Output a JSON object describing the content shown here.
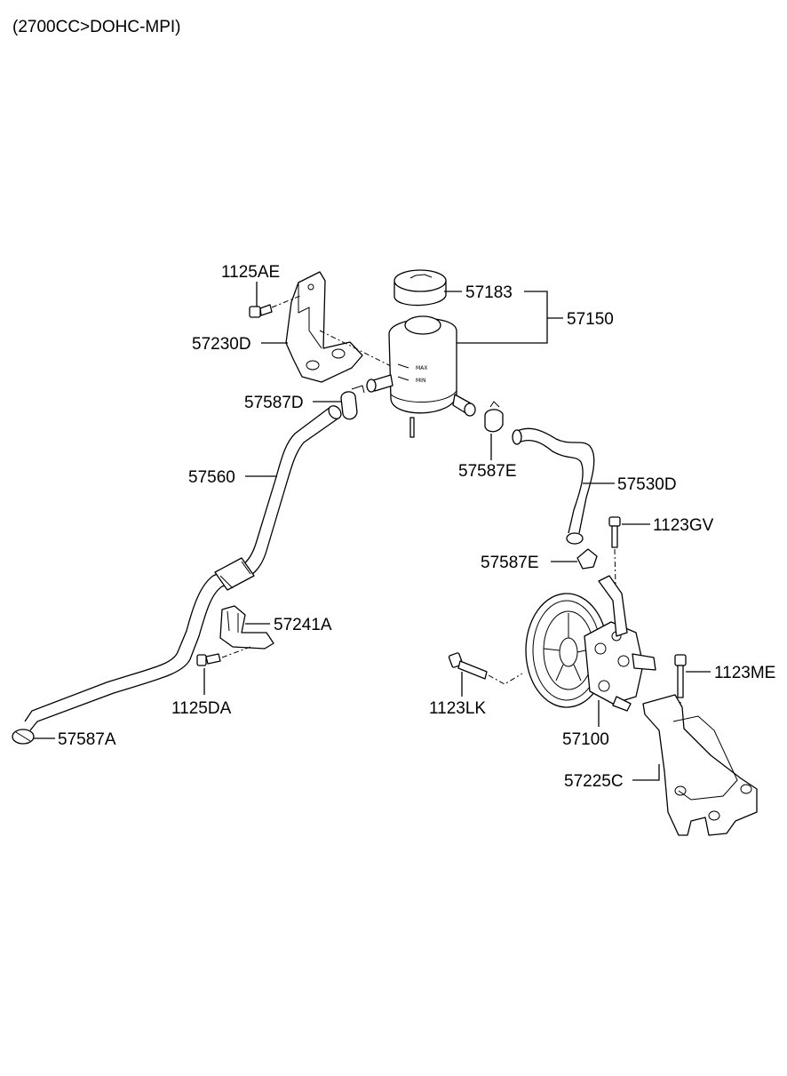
{
  "header": "(2700CC>DOHC-MPI)",
  "labels": {
    "p1125AE": "1125AE",
    "p57230D": "57230D",
    "p57183": "57183",
    "p57150": "57150",
    "p57587D": "57587D",
    "p57560": "57560",
    "p57587E_top": "57587E",
    "p57530D": "57530D",
    "p1123GV": "1123GV",
    "p57587E_bot": "57587E",
    "p57241A": "57241A",
    "p1125DA": "1125DA",
    "p57587A": "57587A",
    "p1123LK": "1123LK",
    "p57100": "57100",
    "p1123ME": "1123ME",
    "p57225C": "57225C"
  },
  "reservoir_marks": {
    "max": "MAX",
    "min": "MIN"
  }
}
